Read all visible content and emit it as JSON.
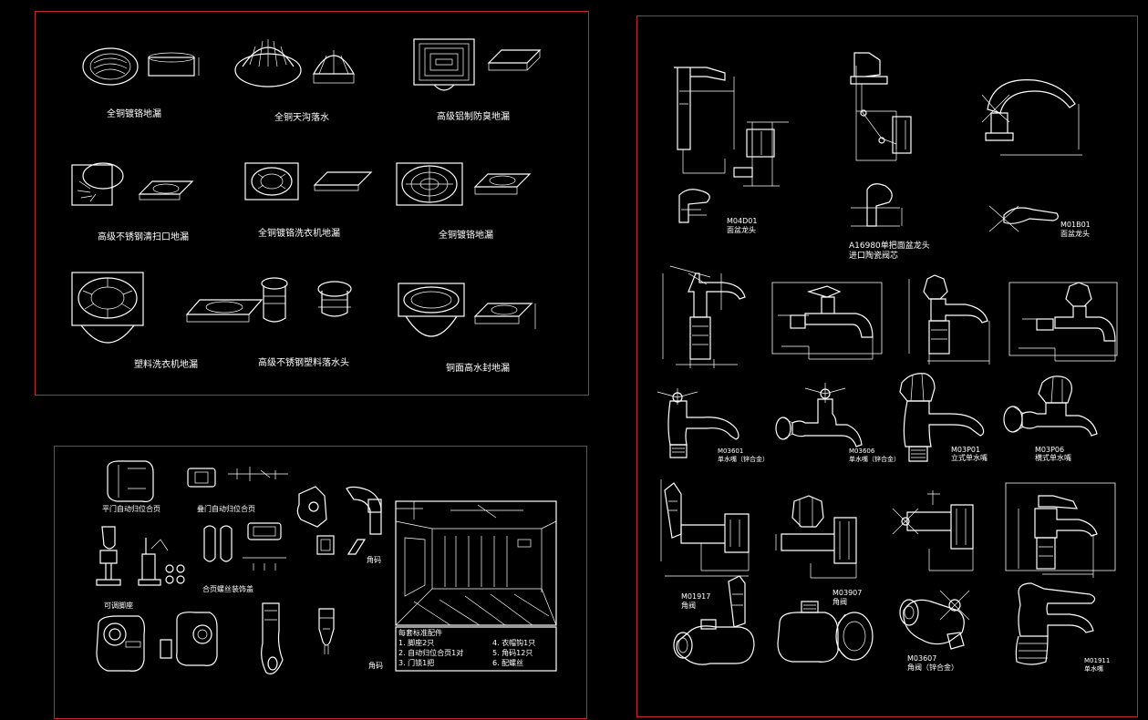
{
  "colors": {
    "background": "#000000",
    "frame": "#c8232c",
    "linework": "#ffffff"
  },
  "drains_panel": {
    "labels": [
      "全铜镀铬地漏",
      "全铜天沟落水",
      "高级铝制防臭地漏",
      "高级不锈钢清扫口地漏",
      "全铜镀铬洗衣机地漏",
      "全铜镀铬地漏",
      "塑料洗衣机地漏",
      "高级不锈钢塑料落水头",
      "铜面高水封地漏"
    ]
  },
  "faucets_panel": {
    "codes": {
      "m04d01": [
        "M04D01",
        "面盆龙头"
      ],
      "a16980": [
        "A16980单把面盆龙头",
        "进口陶瓷阀芯"
      ],
      "m01b01": [
        "M01B01",
        "面盆龙头"
      ],
      "m03601": [
        "M03601",
        "单水嘴（锌合金）"
      ],
      "m03606": [
        "M03606",
        "单水嘴（锌合金）"
      ],
      "m03p01": [
        "M03P01",
        "立式单水嘴"
      ],
      "m03p06": [
        "M03P06",
        "横式单水嘴"
      ],
      "m01917": [
        "M01917",
        "角阀"
      ],
      "m03907": [
        "M03907",
        "角阀"
      ],
      "m03607": [
        "M03607",
        "角阀（锌合金）"
      ],
      "m01911": [
        "M01911",
        "单水嘴"
      ]
    }
  },
  "partition_panel": {
    "labels": {
      "flush_hinge": "平门自动归位合页",
      "overlap_hinge": "叠门自动归位合页",
      "adjustable_foot": "可调脚座",
      "hinge_screw_cover": "合页螺丝装饰盖",
      "corner_code": "角码",
      "corner_code_2": "角码"
    },
    "table": {
      "title": "每套标准配件",
      "rows": [
        "1. 脚座2只",
        "2. 自动归位合页1对",
        "3. 门锁1把",
        "4. 衣帽钩1只",
        "5. 角码12只",
        "6. 配螺丝"
      ]
    }
  }
}
